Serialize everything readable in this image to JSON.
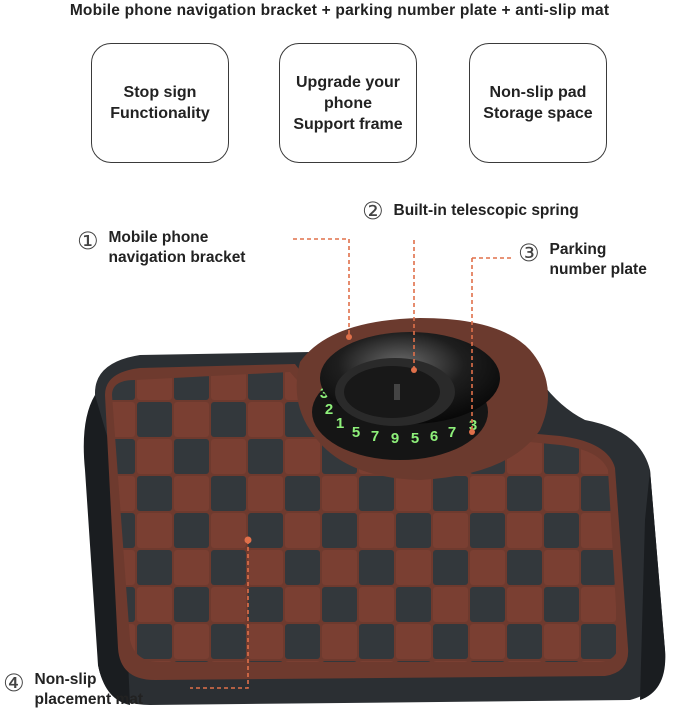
{
  "headline": "Mobile phone navigation bracket + parking number plate + anti-slip mat",
  "features": [
    {
      "text": "Stop sign\nFunctionality"
    },
    {
      "text": "Upgrade your\nphone\nSupport frame"
    },
    {
      "text": "Non-slip pad\nStorage space"
    }
  ],
  "callouts": [
    {
      "number": "①",
      "text": "Mobile phone\nnavigation bracket"
    },
    {
      "number": "②",
      "text": "Built-in telescopic spring"
    },
    {
      "number": "③",
      "text": "Parking\nnumber plate"
    },
    {
      "number": "④",
      "text": "Non-slip\nplacement mat"
    }
  ],
  "plate_digits": [
    "1",
    "3",
    "2",
    "1",
    "5",
    "7",
    "9",
    "5",
    "6",
    "7",
    "3"
  ],
  "colors": {
    "mat_rim": "#2b2f33",
    "tile_brown": "#7a3f32",
    "tile_dark": "#33383c",
    "callout_line": "#e0704a",
    "digits": "#8ef07a"
  }
}
